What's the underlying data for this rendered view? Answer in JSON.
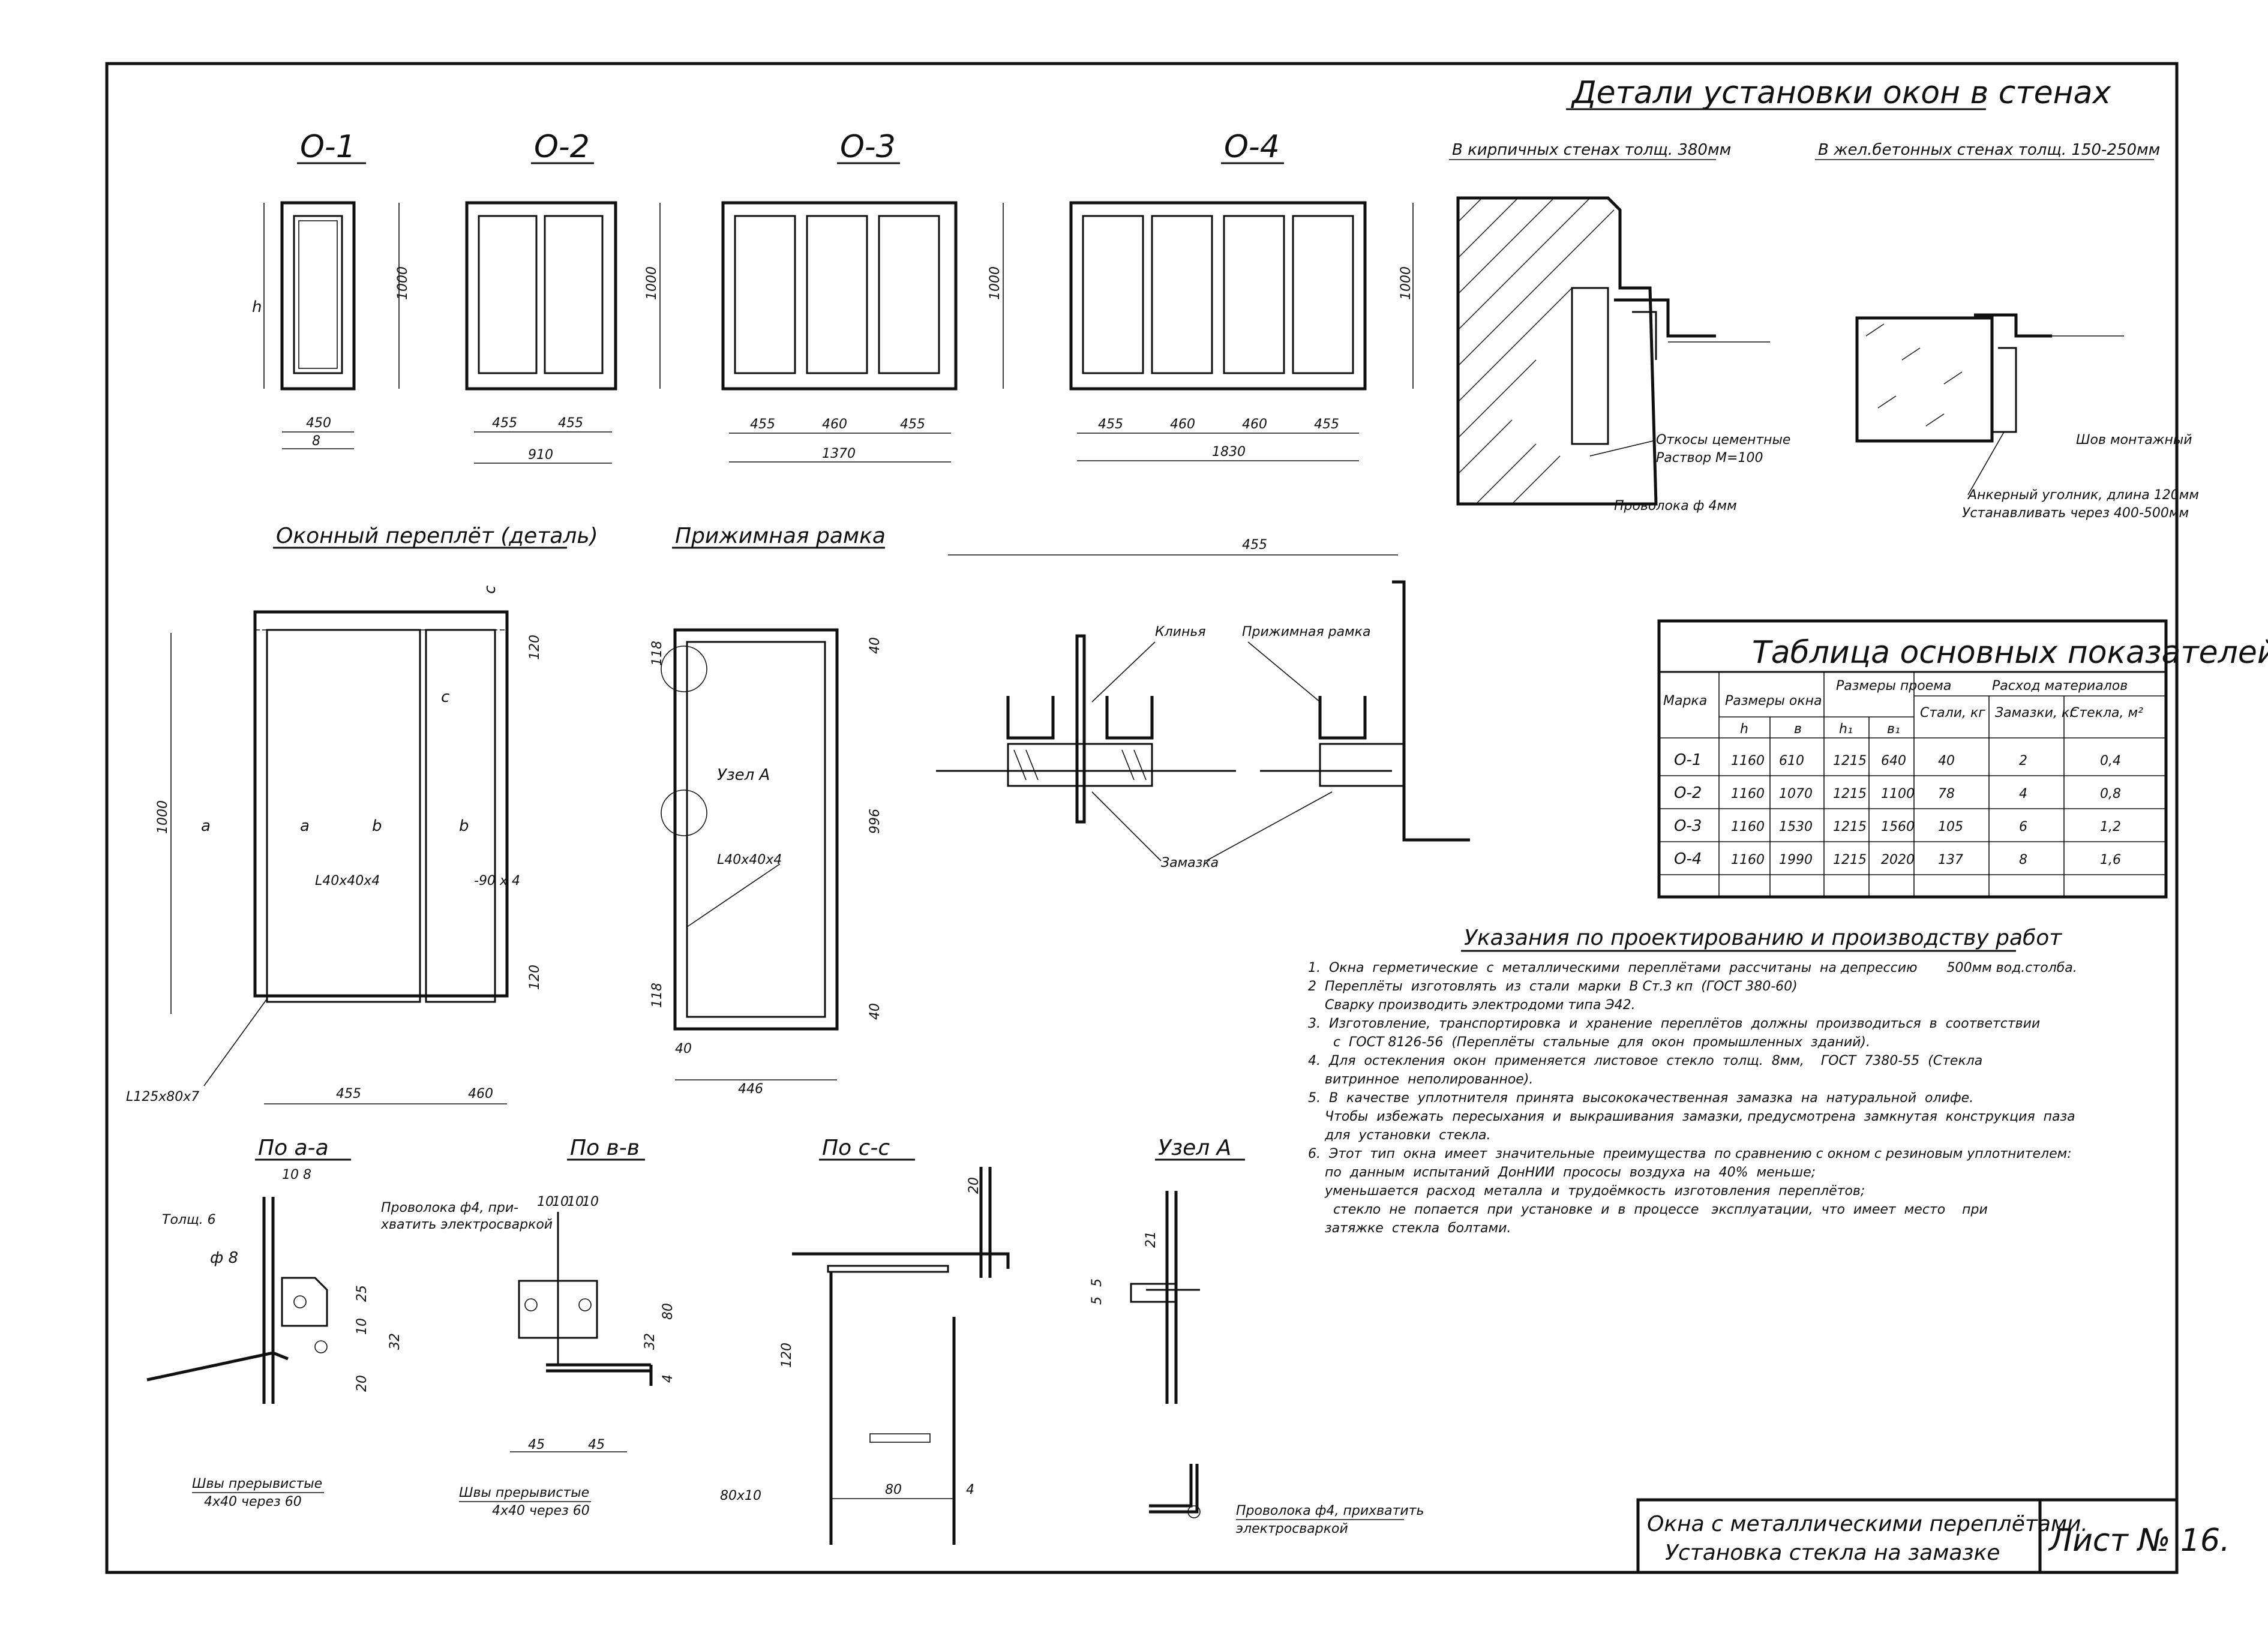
{
  "header": {
    "details_title": "Детали установки окон в стенах",
    "brick_caption": "В кирпичных стенах толщ. 380мм",
    "concrete_caption": "В жел.бетонных стенах толщ. 150-250мм"
  },
  "windows": [
    {
      "mark": "О-1",
      "height_label": "h",
      "height": "1000",
      "widths": [
        "450"
      ],
      "total": "8"
    },
    {
      "mark": "О-2",
      "height": "1000",
      "widths": [
        "455",
        "455"
      ],
      "total": "910"
    },
    {
      "mark": "О-3",
      "height": "1000",
      "widths": [
        "455",
        "460",
        "455"
      ],
      "total": "1370"
    },
    {
      "mark": "О-4",
      "height": "1000",
      "widths": [
        "455",
        "460",
        "460",
        "455"
      ],
      "total": "1830"
    }
  ],
  "wall_details": {
    "brick_labels": [
      "Откосы цементные",
      "Раствор  М=100",
      "Проволока ф 4мм"
    ],
    "concrete_labels": [
      "Шов монтажный",
      "Анкерный уголник, длина 120мм",
      "Устанавливать через 400-500мм"
    ]
  },
  "sash_detail": {
    "title": "Оконный переплёт (деталь)",
    "labels": [
      "c",
      "120",
      "1000",
      "a",
      "a",
      "b",
      "b",
      "c",
      "L40x40x4",
      "-90 x 4",
      "120",
      "L125x80x7",
      "455",
      "460"
    ]
  },
  "frame_detail": {
    "title": "Прижимная рамка",
    "labels": [
      "118",
      "40",
      "Узел А",
      "L40x40x4",
      "996",
      "118",
      "40",
      "40",
      "446"
    ]
  },
  "clamp_detail": {
    "dimension": "455",
    "labels": [
      "Клинья",
      "Прижимная рамка",
      "Замазка"
    ]
  },
  "table": {
    "title": "Таблица основных показателей",
    "group_headers": [
      "Размеры окна",
      "Размеры проема",
      "Расход материалов"
    ],
    "columns": [
      "Марка",
      "h",
      "в",
      "h₁",
      "в₁",
      "Стали, кг",
      "Замазки, кг",
      "Стекла, м²"
    ],
    "rows": [
      [
        "О-1",
        "1160",
        "610",
        "1215",
        "640",
        "40",
        "2",
        "0,4"
      ],
      [
        "О-2",
        "1160",
        "1070",
        "1215",
        "1100",
        "78",
        "4",
        "0,8"
      ],
      [
        "О-3",
        "1160",
        "1530",
        "1215",
        "1560",
        "105",
        "6",
        "1,2"
      ],
      [
        "О-4",
        "1160",
        "1990",
        "1215",
        "2020",
        "137",
        "8",
        "1,6"
      ]
    ]
  },
  "notes": {
    "title": "Указания по проектированию и производству работ",
    "lines": [
      "1.  Окна  герметические  с  металлическими  переплётами  рассчитаны  на депрессию       500мм вод.столба.",
      "2  Переплёты  изготовлять  из  стали  марки  В Ст.3 кп  (ГОСТ 380-60)",
      "    Сварку производить электродоми типа Э42.",
      "3.  Изготовление,  транспортировка  и  хранение  переплётов  должны  производиться  в  соответствии",
      "      с  ГОСТ 8126-56  (Переплёты  стальные  для  окон  промышленных  зданий).",
      "4.  Для  остекления  окон  применяется  листовое  стекло  толщ.  8мм,    ГОСТ  7380-55  (Стекла",
      "    витринное  неполированное).",
      "5.  В  качестве  уплотнителя  принята  высококачественная  замазка  на  натуральной  олифе.",
      "    Чтобы  избежать  пересыхания  и  выкрашивания  замазки, предусмотрена  замкнутая  конструкция  паза",
      "    для  установки  стекла.",
      "6.  Этот  тип  окна  имеет  значительные  преимущества  по сравнению с окном с резиновым уплотнителем:",
      "    по  данным  испытаний  ДонНИИ  прососы  воздуха  на  40%  меньше;",
      "    уменьшается  расход  металла  и  трудоёмкость  изготовления  переплётов;",
      "      стекло  не  попается  при  установке  и  в  процессе   эксплуатации,  что  имеет  место    при",
      "    затяжке  стекла  болтами."
    ]
  },
  "sections": {
    "aa": {
      "title": "По а-а",
      "labels": [
        "10",
        "8",
        "Толщ. 6",
        "ф 8",
        "25",
        "10",
        "32",
        "20",
        "Проволока ф4, при-",
        "хватить электросваркой",
        "Швы  прерывистые",
        "4х40  через  60"
      ]
    },
    "bb": {
      "title": "По в-в",
      "labels": [
        "10",
        "10",
        "10",
        "10",
        "80",
        "32",
        "4",
        "45",
        "45",
        "Швы  прерывистые",
        "4х40  через  60"
      ]
    },
    "cc": {
      "title": "По с-с",
      "labels": [
        "20",
        "120",
        "80х10",
        "80",
        "4"
      ]
    },
    "nodeA": {
      "title": "Узел А",
      "labels": [
        "21",
        "5",
        "5",
        "Проволока ф4, прихватить",
        "электросваркой"
      ]
    }
  },
  "stamp": {
    "line1": "Окна с металлическими переплётами.",
    "line2": "Установка стекла на замазке",
    "sheet": "Лист № 16."
  }
}
